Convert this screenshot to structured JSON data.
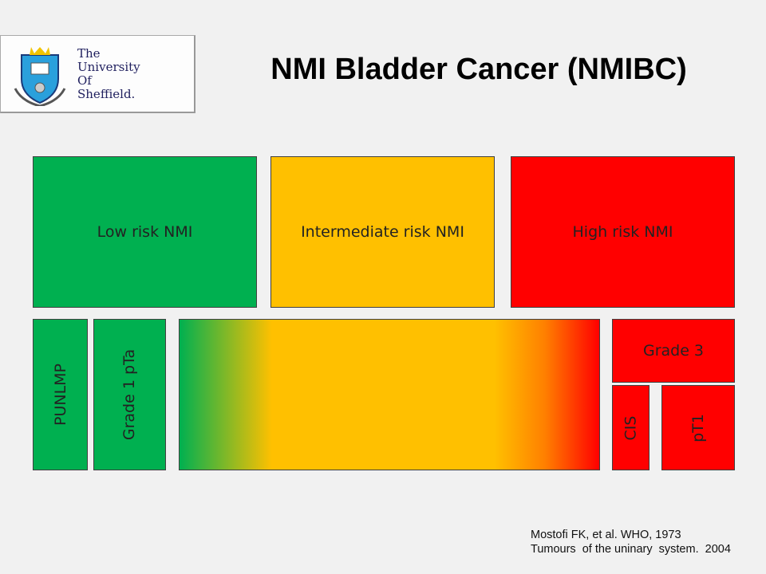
{
  "logo": {
    "lines": [
      "The",
      "University",
      "Of",
      "Sheffield."
    ]
  },
  "title": "NMI Bladder Cancer (NMIBC)",
  "risk_groups": [
    {
      "label": "Low risk NMI",
      "color": "#00b050"
    },
    {
      "label": "Intermediate risk NMI",
      "color": "#ffc000"
    },
    {
      "label": "High risk NMI",
      "color": "#ff0000"
    }
  ],
  "categories": {
    "punlmp": "PUNLMP",
    "grade1": "Grade 1 pTa",
    "grade3": "Grade 3",
    "cis": "CIS",
    "pt1": "pT1"
  },
  "reference": [
    "Mostofi FK, et al. WHO, 1973",
    "Tumours  of the uninary  system.  2004"
  ]
}
